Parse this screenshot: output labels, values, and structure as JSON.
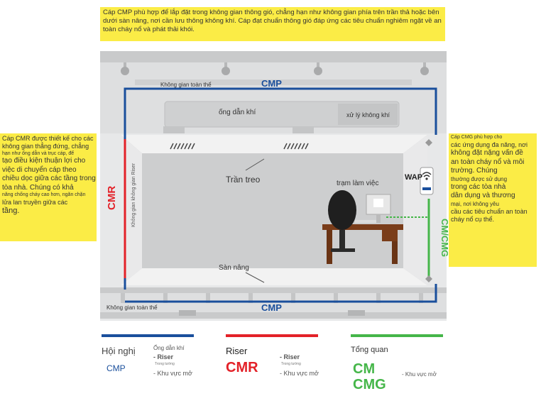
{
  "notes": {
    "top": "Cáp CMP phù hợp để lắp đặt trong không gian thông gió, chẳng hạn như không gian phía trên trần thả hoặc bên dưới sàn nâng, nơi cần lưu thông không khí. Cáp đạt chuẩn thông gió đáp ứng các tiêu chuẩn nghiêm ngặt về an toàn cháy nổ và phát thải khói.",
    "left_lines": [
      {
        "text": "Cáp CMR được thiết kế cho các",
        "size": 9
      },
      {
        "text": "không gian thẳng đứng, chẳng",
        "size": 9
      },
      {
        "text": "hạn như ống dẫn và trục cáp, để",
        "size": 7
      },
      {
        "text": "tạo điều kiện thuận lợi cho",
        "size": 10
      },
      {
        "text": "việc di chuyển cáp theo",
        "size": 10
      },
      {
        "text": "chiều dọc giữa các tầng trong",
        "size": 10
      },
      {
        "text": "tòa nhà. Chúng có khả",
        "size": 10
      },
      {
        "text": "năng chống cháy cao hơn, ngăn chặn",
        "size": 7
      },
      {
        "text": "lửa lan truyền giữa các",
        "size": 9
      },
      {
        "text": "tầng.",
        "size": 11
      }
    ],
    "right_lines": [
      {
        "text": "Cáp CMG phù hợp cho",
        "size": 7
      },
      {
        "text": "các ứng dụng đa năng, nơi",
        "size": 9
      },
      {
        "text": "không đặt nặng vấn đề",
        "size": 10
      },
      {
        "text": "an toàn cháy nổ và môi",
        "size": 10
      },
      {
        "text": "trường. Chúng",
        "size": 10
      },
      {
        "text": "thường được sử dụng",
        "size": 8
      },
      {
        "text": "trong các tòa nhà",
        "size": 10
      },
      {
        "text": "dân dụng và thương",
        "size": 10
      },
      {
        "text": "mại, nơi không yêu",
        "size": 8
      },
      {
        "text": "cầu các tiêu chuẩn an toàn",
        "size": 9
      },
      {
        "text": "cháy nổ cụ thể.",
        "size": 9
      }
    ]
  },
  "diagram": {
    "plenum_top": "Không gian toàn thể",
    "plenum_bottom": "Không gian toàn thể",
    "cmp_top": "CMP",
    "cmp_bottom": "CMP",
    "duct": "ống dẫn khí",
    "air_handler": "xử lý không khí",
    "ceiling": "Trần treo",
    "workstation": "trạm làm việc",
    "raised_floor": "Sàn nâng",
    "cmr": "CMR",
    "riser_space": "Không gian không gian Riser",
    "wap": "WAP",
    "cm_cmg": "CM/CMG"
  },
  "legend": {
    "colors": {
      "cmp": "#1a4f9c",
      "cmr": "#e32128",
      "cmg": "#45b649"
    },
    "cmp": {
      "title": "Hội nghị",
      "sub1": "Ống dẫn khí",
      "sub2": "- Riser",
      "sub2_small": "Trong tường",
      "sub3": "- Khu vực mở",
      "code": "CMP"
    },
    "cmr": {
      "title": "Riser",
      "sub1": "- Riser",
      "sub1_small": "Trong tường",
      "sub2": "- Khu vực mở",
      "code": "CMR"
    },
    "cmg": {
      "title": "Tổng quan",
      "sub1": "- Khu vực mở",
      "code1": "CM",
      "code2": "CMG"
    }
  }
}
